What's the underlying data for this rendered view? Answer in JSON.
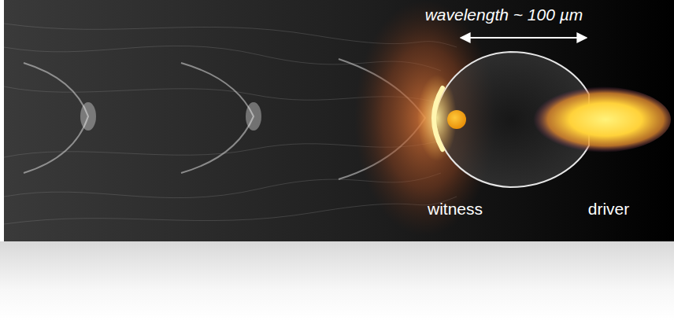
{
  "diagram": {
    "labels": [
      "wavelength ~ 100 µm",
      "witness",
      "driver"
    ]
  }
}
